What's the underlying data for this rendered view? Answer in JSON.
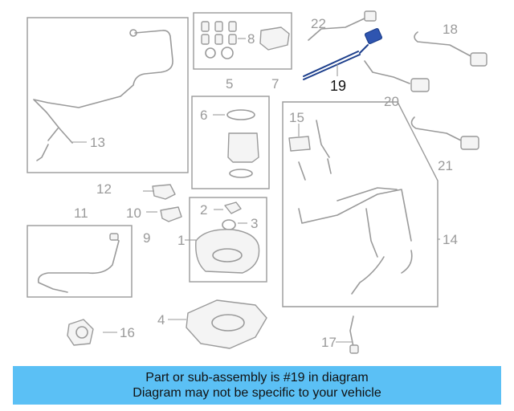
{
  "callouts": {
    "c1": "1",
    "c2": "2",
    "c3": "3",
    "c4": "4",
    "c5": "5",
    "c6": "6",
    "c7": "7",
    "c8": "8",
    "c9": "9",
    "c10": "10",
    "c11": "11",
    "c12": "12",
    "c13": "13",
    "c14": "14",
    "c15": "15",
    "c16": "16",
    "c17": "17",
    "c18": "18",
    "c19": "19",
    "c20": "20",
    "c21": "21",
    "c22": "22"
  },
  "highlighted_part": "19",
  "colors": {
    "highlight": "#1d3f8c",
    "banner": "#5bc0f5",
    "line": "#9a9a9a"
  },
  "banner": {
    "line1": "Part or sub-assembly is #19 in diagram",
    "line2": "Diagram may not be specific to your vehicle"
  }
}
